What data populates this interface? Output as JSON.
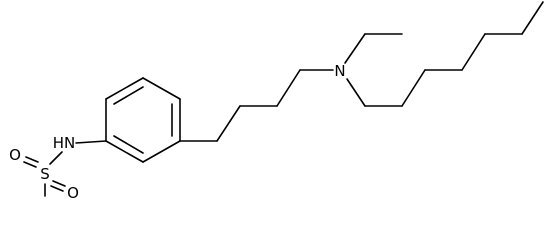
{
  "molecule": {
    "labels": {
      "sulfur": "S",
      "oxygen_upper": "O",
      "oxygen_lower": "O",
      "sulfonamide_nh": "HN",
      "amine_n": "N"
    }
  }
}
